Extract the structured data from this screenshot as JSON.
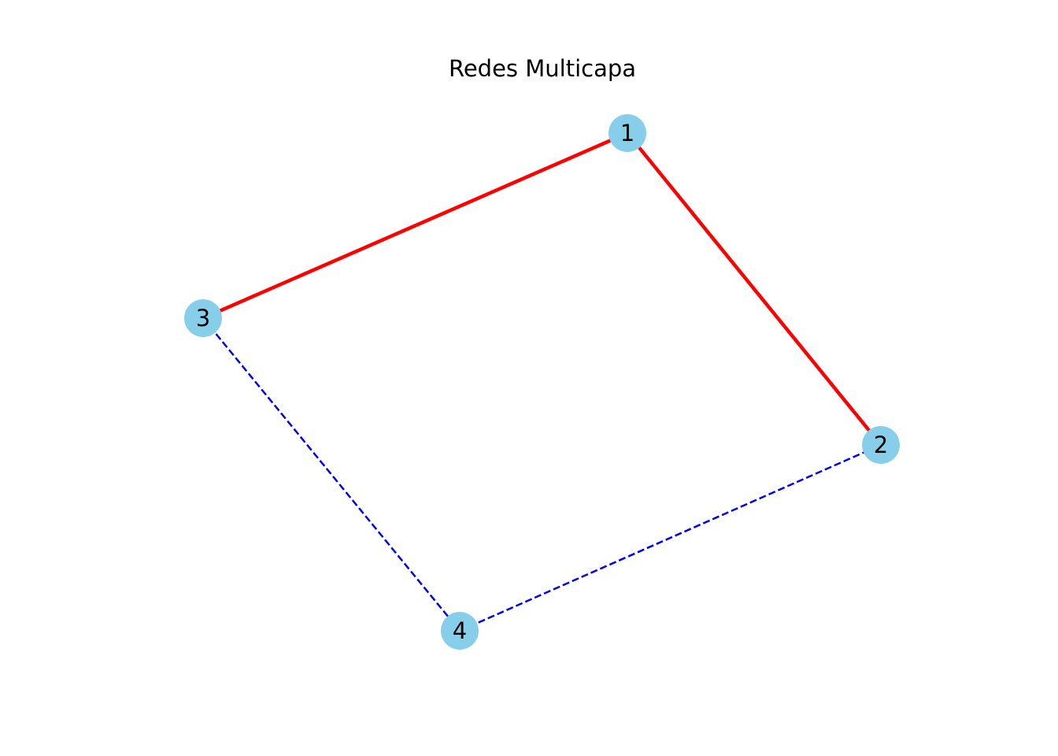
{
  "title": "Redes Multicapa",
  "node_color": "#87CEEB",
  "nodes": [
    {
      "id": "1",
      "label": "1"
    },
    {
      "id": "2",
      "label": "2"
    },
    {
      "id": "3",
      "label": "3"
    },
    {
      "id": "4",
      "label": "4"
    }
  ],
  "edges": [
    {
      "source": "1",
      "target": "3",
      "color": "#ff0000",
      "style": "solid"
    },
    {
      "source": "1",
      "target": "2",
      "color": "#ff0000",
      "style": "solid"
    },
    {
      "source": "3",
      "target": "4",
      "color": "#0000ff",
      "style": "dashed"
    },
    {
      "source": "4",
      "target": "2",
      "color": "#0000ff",
      "style": "dashed"
    }
  ]
}
